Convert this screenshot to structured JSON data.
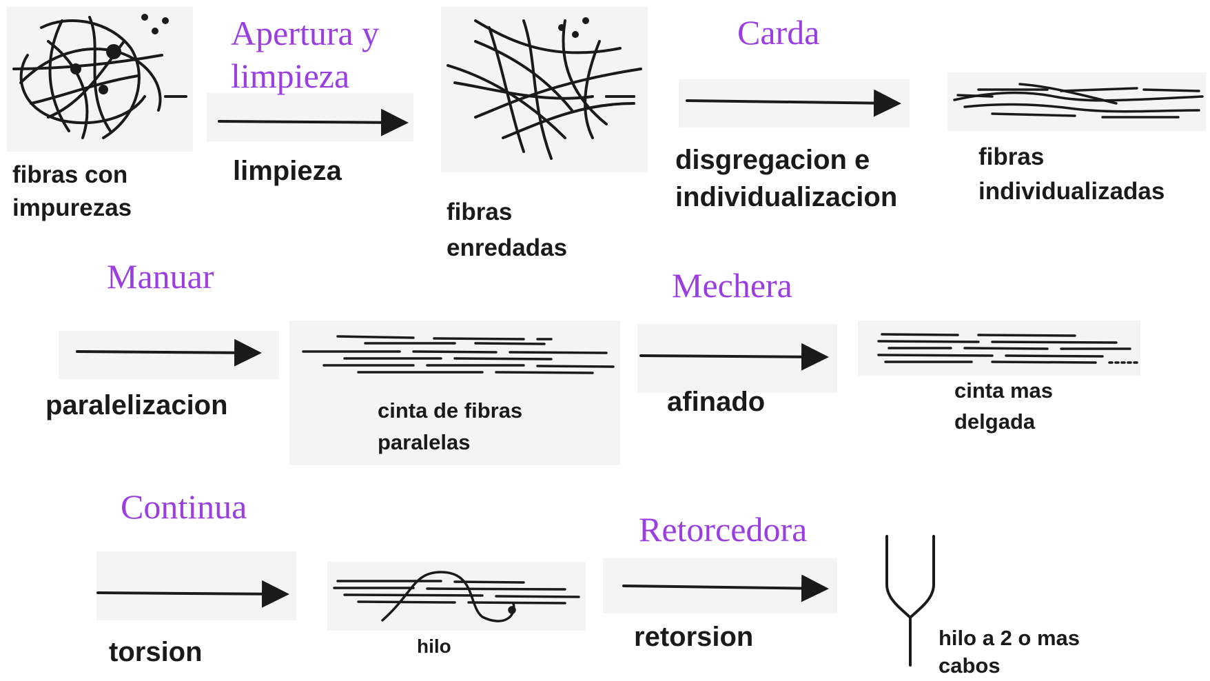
{
  "colors": {
    "stage_label": "#9a3ee0",
    "ink": "#1a1a1a"
  },
  "stages": {
    "apertura_line1": "Apertura y",
    "apertura_line2": "limpieza",
    "carda": "Carda",
    "manuar": "Manuar",
    "mechera": "Mechera",
    "continua": "Continua",
    "retorcedora": "Retorcedora"
  },
  "processes": {
    "limpieza": "limpieza",
    "disgregacion_line1": "disgregacion e",
    "disgregacion_line2": "individualizacion",
    "paralelizacion": "paralelizacion",
    "afinado": "afinado",
    "torsion": "torsion",
    "retorsion": "retorsion"
  },
  "fibers": {
    "impurezas_line1": "fibras con",
    "impurezas_line2": "impurezas",
    "enredadas_line1": "fibras",
    "enredadas_line2": "enredadas",
    "individualizadas_line1": "fibras",
    "individualizadas_line2": "individualizadas",
    "cinta_paralelas_line1": "cinta de fibras",
    "cinta_paralelas_line2": "paralelas",
    "cinta_delgada_line1": "cinta mas",
    "cinta_delgada_line2": "delgada",
    "hilo": "hilo",
    "hilo_cabos_line1": "hilo a 2 o mas",
    "hilo_cabos_line2": "cabos"
  }
}
